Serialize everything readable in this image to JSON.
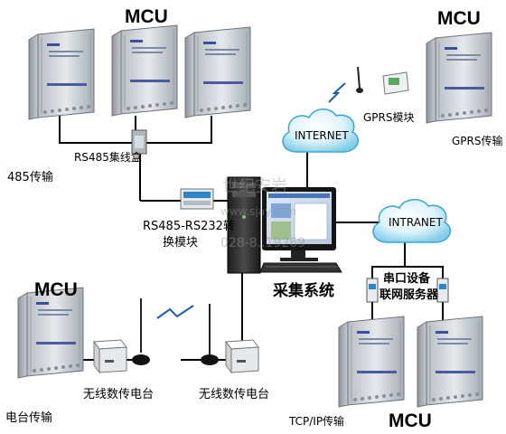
{
  "mcu_labels": [
    "MCU",
    "MCU",
    "MCU",
    "MCU"
  ],
  "links": {
    "rs485_box": "RS485集线盒",
    "rs485_transfer": "485传输",
    "converter_line1": "RS485-RS232转",
    "converter_line2": "换模块",
    "internet": "INTERNET",
    "intranet": "INTRANET",
    "gprs_module": "GPRS模块",
    "gprs_transfer": "GPRS传输",
    "collection_system": "采集系统",
    "serial_server_line1": "串口设备",
    "serial_server_line2": "联网服务器",
    "radio_left": "无线数传电台",
    "radio_right": "无线数传电台",
    "radio_transfer": "电台传输",
    "tcpip_transfer": "TCP/IP传输"
  },
  "watermark": {
    "line1": "世纪安岩",
    "line2": "www.sjay.com",
    "line3": "028-8..19269"
  }
}
